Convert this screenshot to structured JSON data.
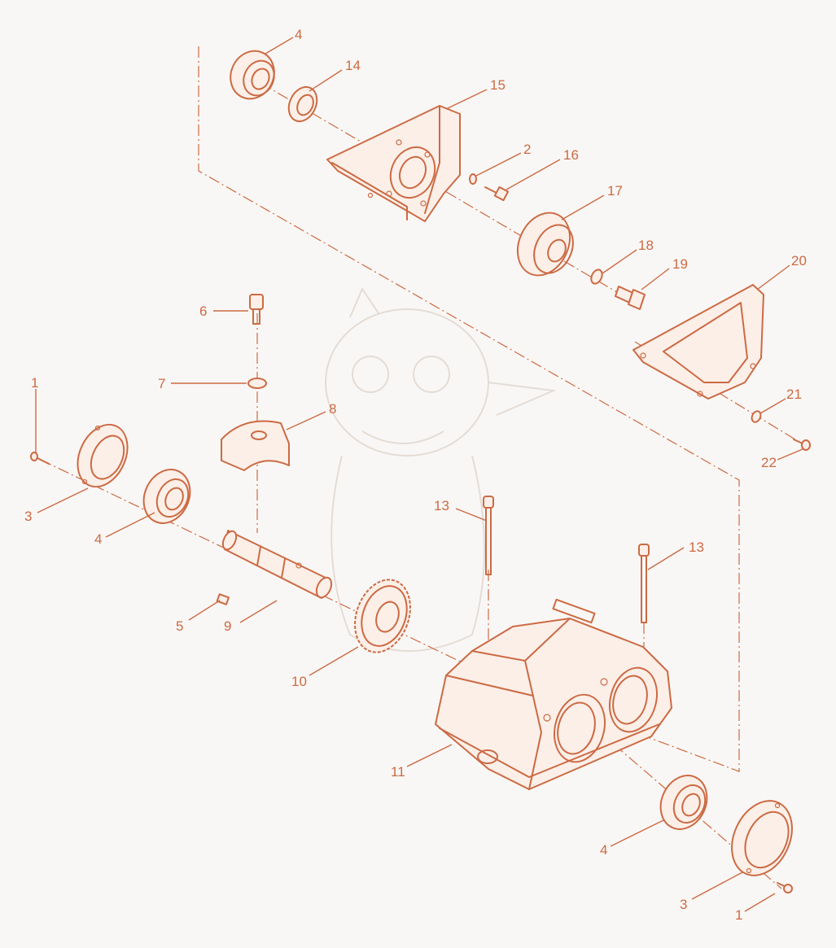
{
  "colors": {
    "background": "#f9f7f5",
    "line": "#cc6a43",
    "watermark": "#e4dcd5"
  },
  "callouts": [
    {
      "id": "c4a",
      "text": "4"
    },
    {
      "id": "c14",
      "text": "14"
    },
    {
      "id": "c15",
      "text": "15"
    },
    {
      "id": "c2",
      "text": "2"
    },
    {
      "id": "c16",
      "text": "16"
    },
    {
      "id": "c17",
      "text": "17"
    },
    {
      "id": "c18",
      "text": "18"
    },
    {
      "id": "c19",
      "text": "19"
    },
    {
      "id": "c20",
      "text": "20"
    },
    {
      "id": "c6",
      "text": "6"
    },
    {
      "id": "c7",
      "text": "7"
    },
    {
      "id": "c8",
      "text": "8"
    },
    {
      "id": "c1a",
      "text": "1"
    },
    {
      "id": "c21",
      "text": "21"
    },
    {
      "id": "c22",
      "text": "22"
    },
    {
      "id": "c3a",
      "text": "3"
    },
    {
      "id": "c4b",
      "text": "4"
    },
    {
      "id": "c13a",
      "text": "13"
    },
    {
      "id": "c13b",
      "text": "13"
    },
    {
      "id": "c5",
      "text": "5"
    },
    {
      "id": "c9",
      "text": "9"
    },
    {
      "id": "c10",
      "text": "10"
    },
    {
      "id": "c11",
      "text": "11"
    },
    {
      "id": "c4c",
      "text": "4"
    },
    {
      "id": "c3b",
      "text": "3"
    },
    {
      "id": "c1b",
      "text": "1"
    }
  ]
}
